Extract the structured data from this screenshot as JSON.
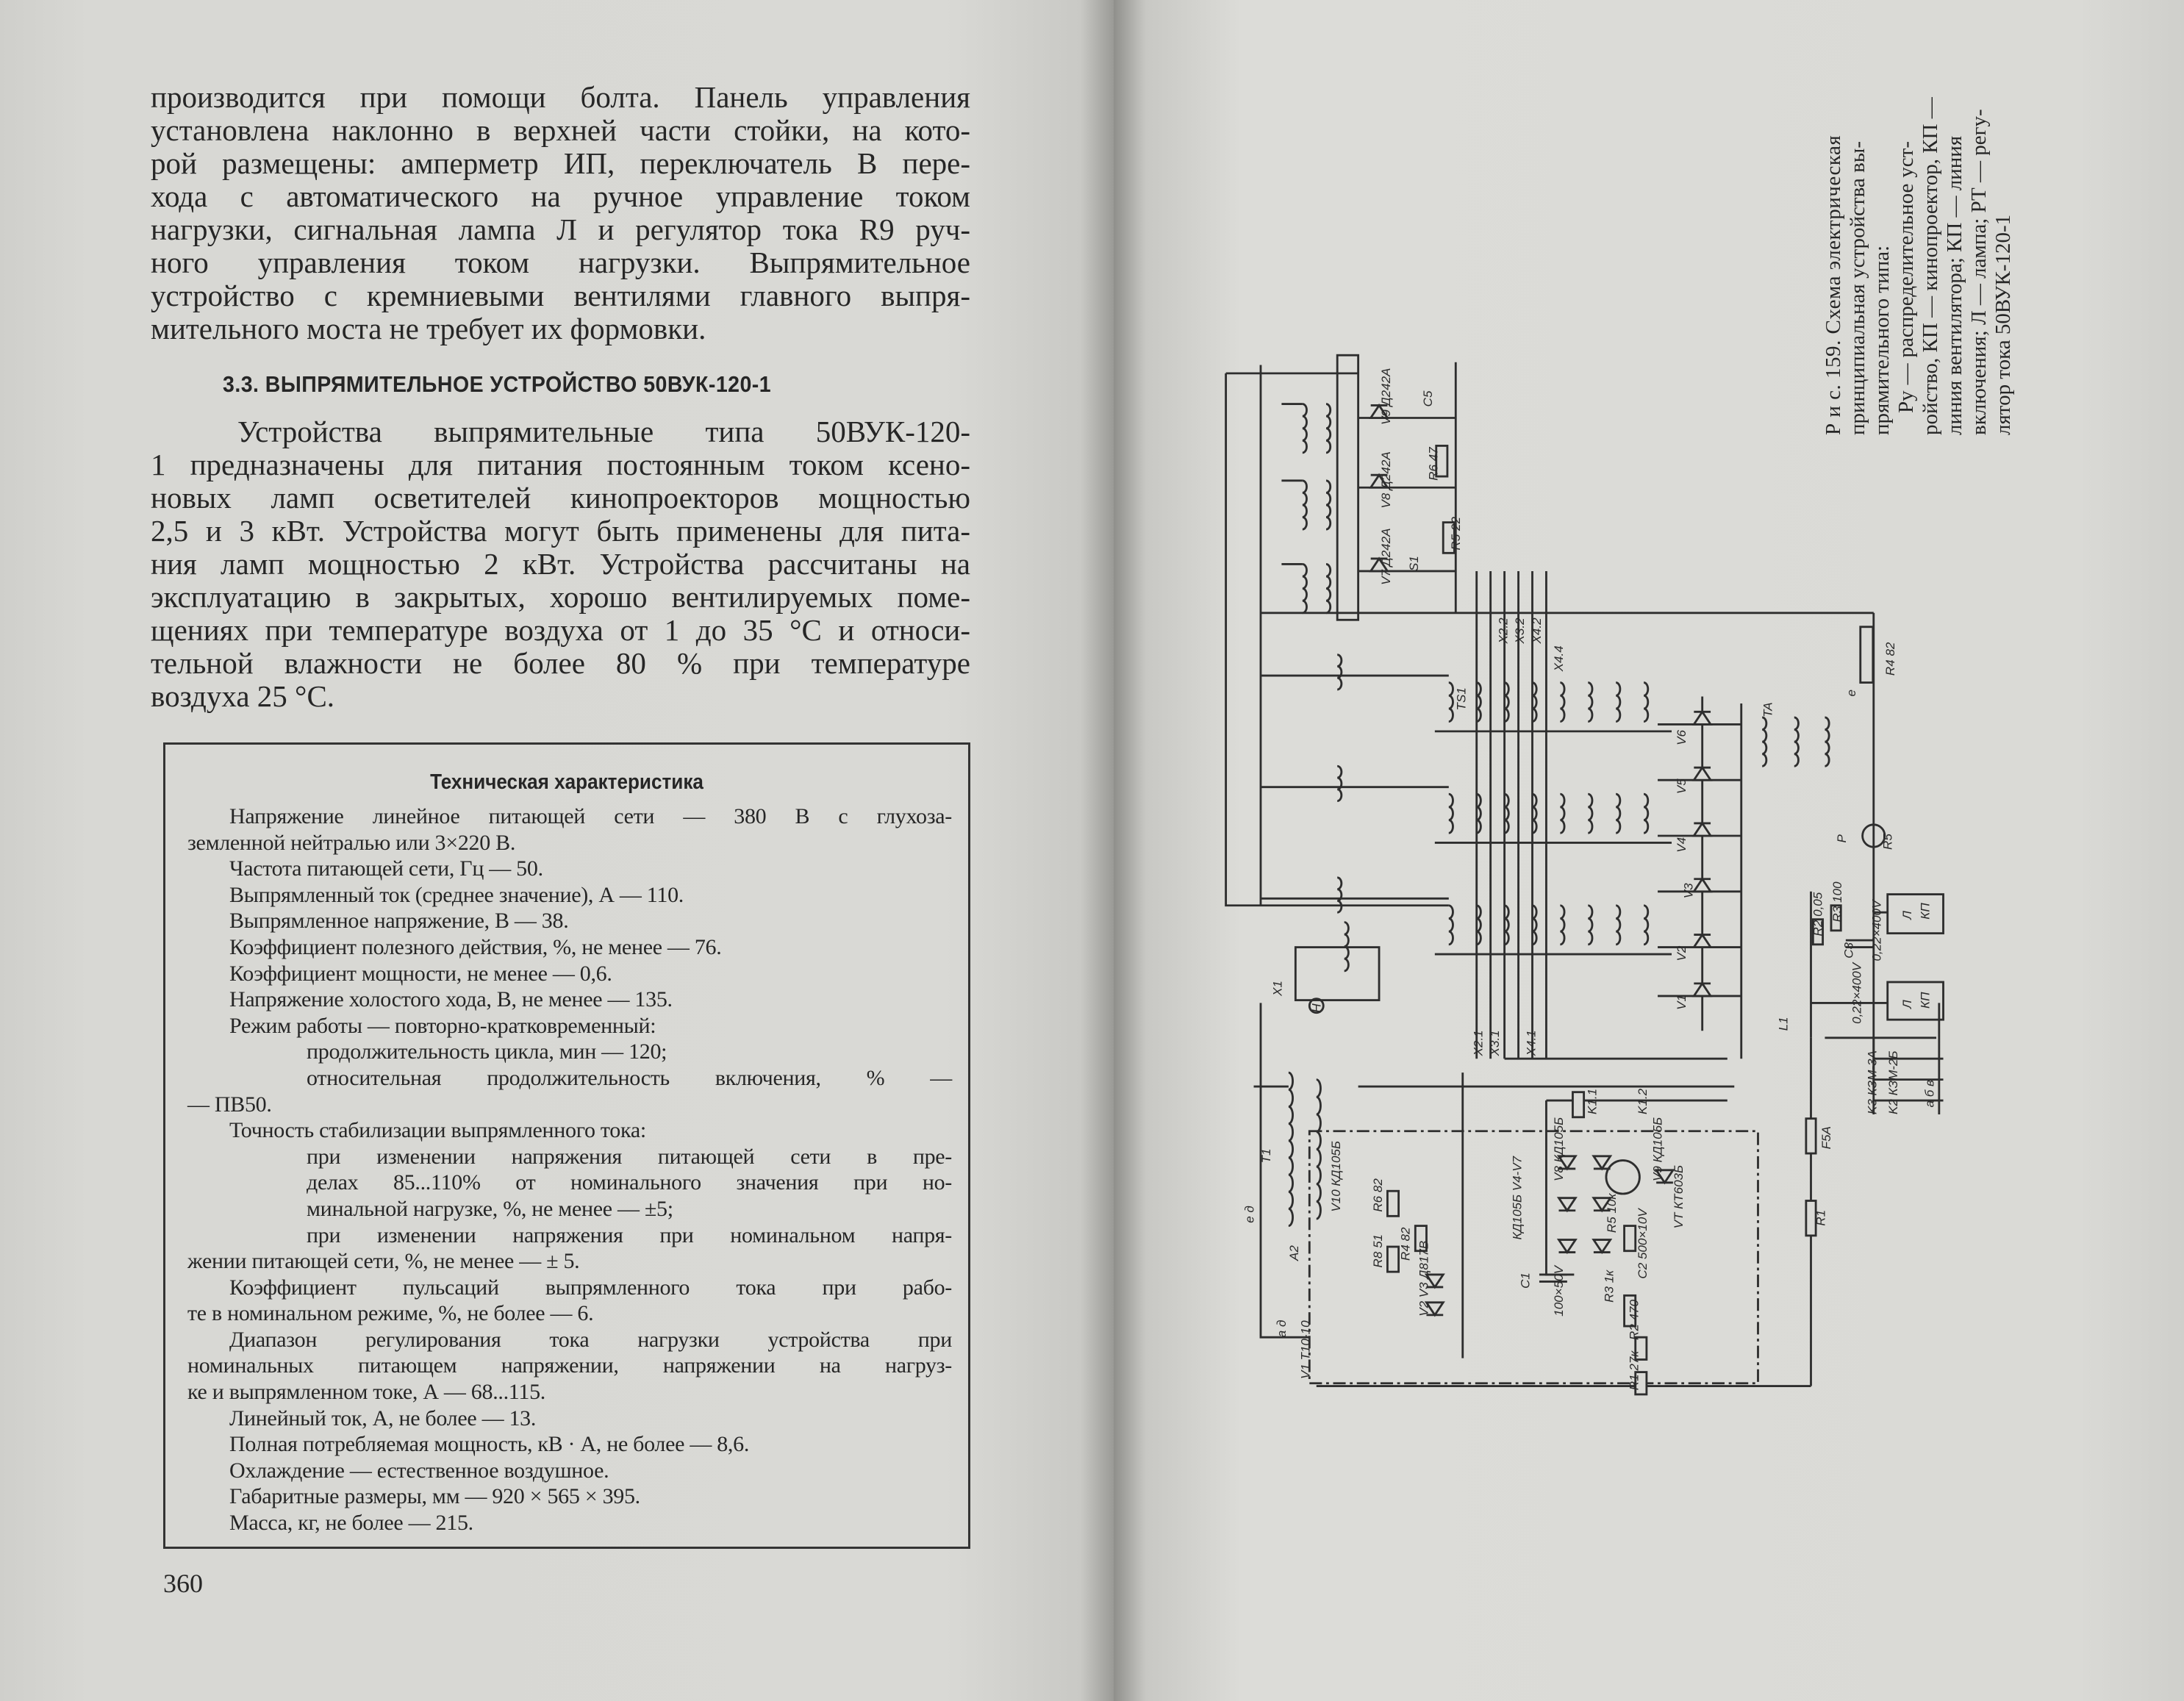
{
  "left_page": {
    "paragraph1": [
      "производится при помощи болта. Панель управления",
      "установлена наклонно в верхней части стойки, на кото-",
      "рой размещены: амперметр ИП, переключатель В пере-",
      "хода с автоматического на ручное управление током",
      "нагрузки, сигнальная лампа Л и регулятор тока R9 руч-",
      "ного управления током нагрузки. Выпрямительное",
      "устройство с кремниевыми вентилями главного выпря-",
      "мительного моста не требует их формовки."
    ],
    "section_heading": "3.3. ВЫПРЯМИТЕЛЬНОЕ УСТРОЙСТВО 50ВУК-120-1",
    "paragraph2": [
      "Устройства выпрямительные типа 50ВУК-120-",
      "1 предназначены для питания постоянным током ксено-",
      "новых ламп осветителей кинопроекторов мощностью",
      "2,5 и 3 кВт. Устройства могут быть применены для пита-",
      "ния ламп мощностью 2 кВт. Устройства рассчитаны на",
      "эксплуатацию в закрытых, хорошо вентилируемых поме-",
      "щениях при температуре воздуха от 1 до 35 °С и относи-",
      "тельной влажности не более 80 % при температуре",
      "воздуха 25 °С."
    ],
    "spec": {
      "title": "Техническая характеристика",
      "lines": [
        "Напряжение линейное питающей сети — 380 В с глухоза-",
        "земленной нейтралью или 3×220 В.",
        "Частота питающей сети, Гц — 50.",
        "Выпрямленный ток (среднее значение), А — 110.",
        "Выпрямленное напряжение, В — 38.",
        "Коэффициент полезного действия, %, не менее — 76.",
        "Коэффициент мощности, не менее — 0,6.",
        "Напряжение холостого хода, В, не менее — 135.",
        "Режим работы — повторно-кратковременный:",
        "продолжительность цикла, мин — 120;",
        "относительная продолжительность включения, % —",
        "— ПВ50.",
        "Точность стабилизации выпрямленного тока:",
        "при изменении напряжения питающей сети в пре-",
        "делах 85...110% от номинального значения при но-",
        "минальной нагрузке, %, не менее — ±5;",
        "при изменении напряжения при номинальном напря-",
        "жении питающей сети, %, не менее — ± 5.",
        "Коэффициент пульсаций выпрямленного тока при рабо-",
        "те в номинальном режиме, %, не более — 6.",
        "Диапазон регулирования тока нагрузки устройства при",
        "номинальных питающем напряжении, напряжении на нагруз-",
        "ке и выпрямленном токе, А — 68...115.",
        "Линейный ток, А, не более — 13.",
        "Полная потребляемая мощность, кВ · А, не более — 8,6.",
        "Охлаждение — естественное воздушное.",
        "Габаритные размеры, мм — 920 × 565 × 395.",
        "Масса, кг, не более — 215."
      ]
    },
    "page_number": "360"
  },
  "right_page": {
    "caption": [
      "Р и с. 159. Схема электрическая",
      "принципиальная устройства вы-",
      "прямительного типа:",
      "Ру — распределительное уст-",
      "ройство, КП — кинопроектор, КП —",
      "линия вентилятора; КП — линия",
      "включения; Л — лампа; РТ — регу-",
      "лятор тока 50ВУК-120-1"
    ],
    "schematic": {
      "V7": "V7 Д242А",
      "V8": "V8 Д242А",
      "V9": "V9 Д242А",
      "S1": "S1",
      "R5top": "R5 22",
      "R6top": "R6 47",
      "C5": "C5",
      "TS1": "TS1",
      "X22": "X2.2",
      "X32": "X3.2",
      "X42": "X4.2",
      "X44": "X4.4",
      "X21": "X2.1",
      "X31": "X3.1",
      "X41": "X4.1",
      "V1d": "V1",
      "V2d": "V2",
      "V3d": "V3",
      "V4d": "V4",
      "V5d": "V5",
      "V6d": "V6",
      "TA": "TA",
      "e": "е",
      "R4top": "R4 82",
      "P": "Р",
      "R5p": "R5",
      "KP1": "КП",
      "L1lamp": "Л",
      "KP2": "КП",
      "L2lamp": "Л",
      "C3": "C3",
      "R3": "R3 100",
      "R2": "R2 0,05",
      "Cap1": "0,22×400V",
      "Cap2": "0,22×400V",
      "X1": "X1",
      "H": "H",
      "L1": "L1",
      "T1": "T1",
      "A2": "A2",
      "V1": "V1 Т10-10",
      "V10": "V10 КД105Б",
      "R6": "R6 82",
      "R8": "R8 51",
      "R4": "R4 82",
      "V2V3": "V2 V3 Д817В",
      "C1": "C1",
      "C1v": "100×50V",
      "R5": "R5 10к",
      "R3b": "R3 1к",
      "R2b": "R2 470",
      "R1b": "R1 27к",
      "C2": "C2 500×10V",
      "VT": "VT КТ603Б",
      "V8b": "V8 КД105Б",
      "V9b": "V9 КД105Б",
      "V4V7": "КД105Б V4-V7",
      "K11": "K1.1",
      "K12": "K1.2",
      "F5A": "F5A",
      "R1": "R1",
      "K2": "K2 КЗМ-2Б",
      "K3": "K3 КЗМ-3А",
      "abv": "а б в",
      "ad": "а д",
      "ed": "е д"
    }
  },
  "colors": {
    "ink": "#262626",
    "paper": "#d9d9d5"
  }
}
